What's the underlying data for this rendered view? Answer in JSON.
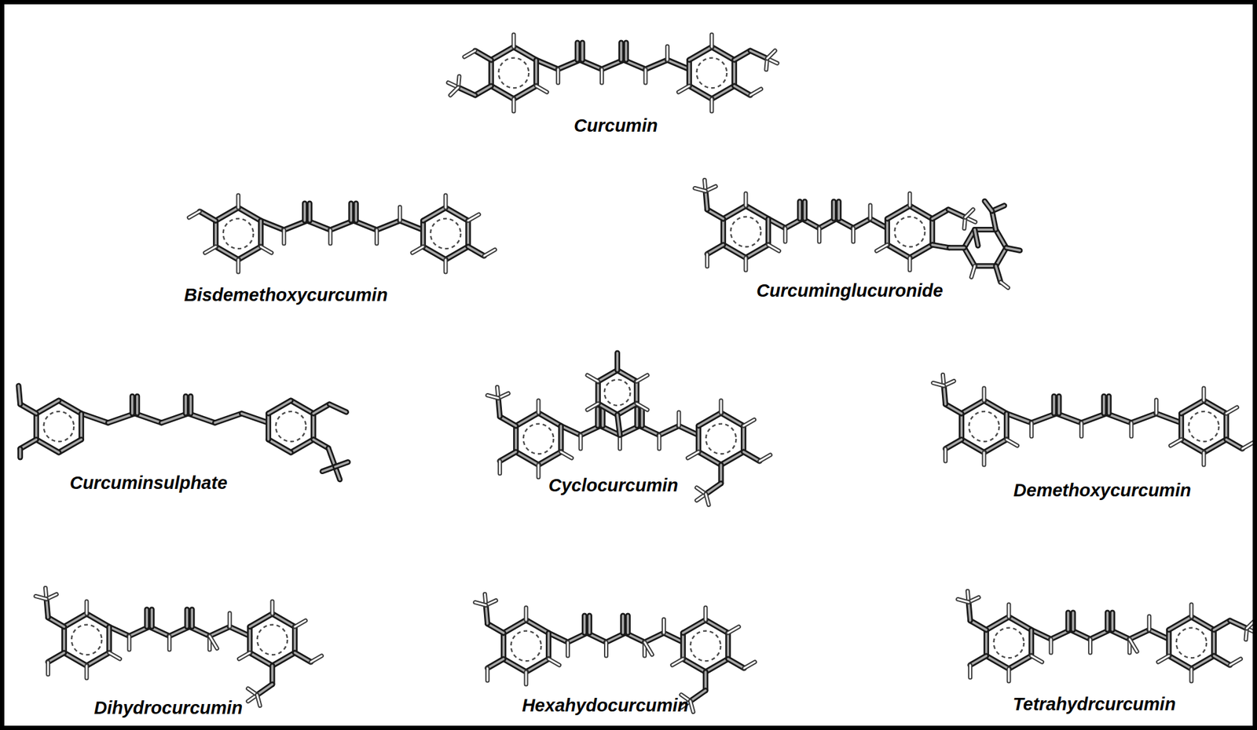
{
  "diagram": {
    "labels": [
      "Curcumin",
      "Bisdemethoxycurcumin",
      "Curcuminglucuronide",
      "Curcuminsulphate",
      "Cyclocurcumin",
      "Demethoxycurcumin",
      "Dihydrocurcumin",
      "Hexahydocurcumin",
      "Tetrahydrcurcumin"
    ]
  }
}
